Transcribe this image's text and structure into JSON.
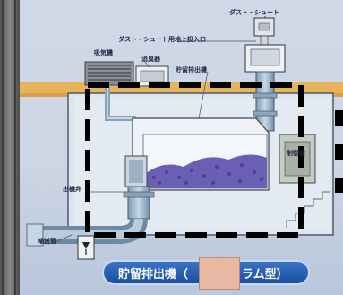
{
  "labels": {
    "dust_chute": "ダスト・シュート",
    "ground_inlet": "ダスト・シュート用地上投入口",
    "exhaust_fan": "吸気機",
    "deodorizer": "消臭器",
    "storage_discharger": "貯留排出機",
    "control_panel": "制御盤",
    "outlet_valve": "出機弁",
    "transport_pipe": "輸送管"
  },
  "title": {
    "left": "貯留排出機（",
    "right": "ラム型）"
  },
  "colors": {
    "pipe": "#9fb8ce",
    "waste": "#6a5fb4",
    "dashed_box": "#000000",
    "title_bg": "#2a62b6",
    "mask": "#e8b9a2",
    "wall": "#4c4c4c"
  }
}
